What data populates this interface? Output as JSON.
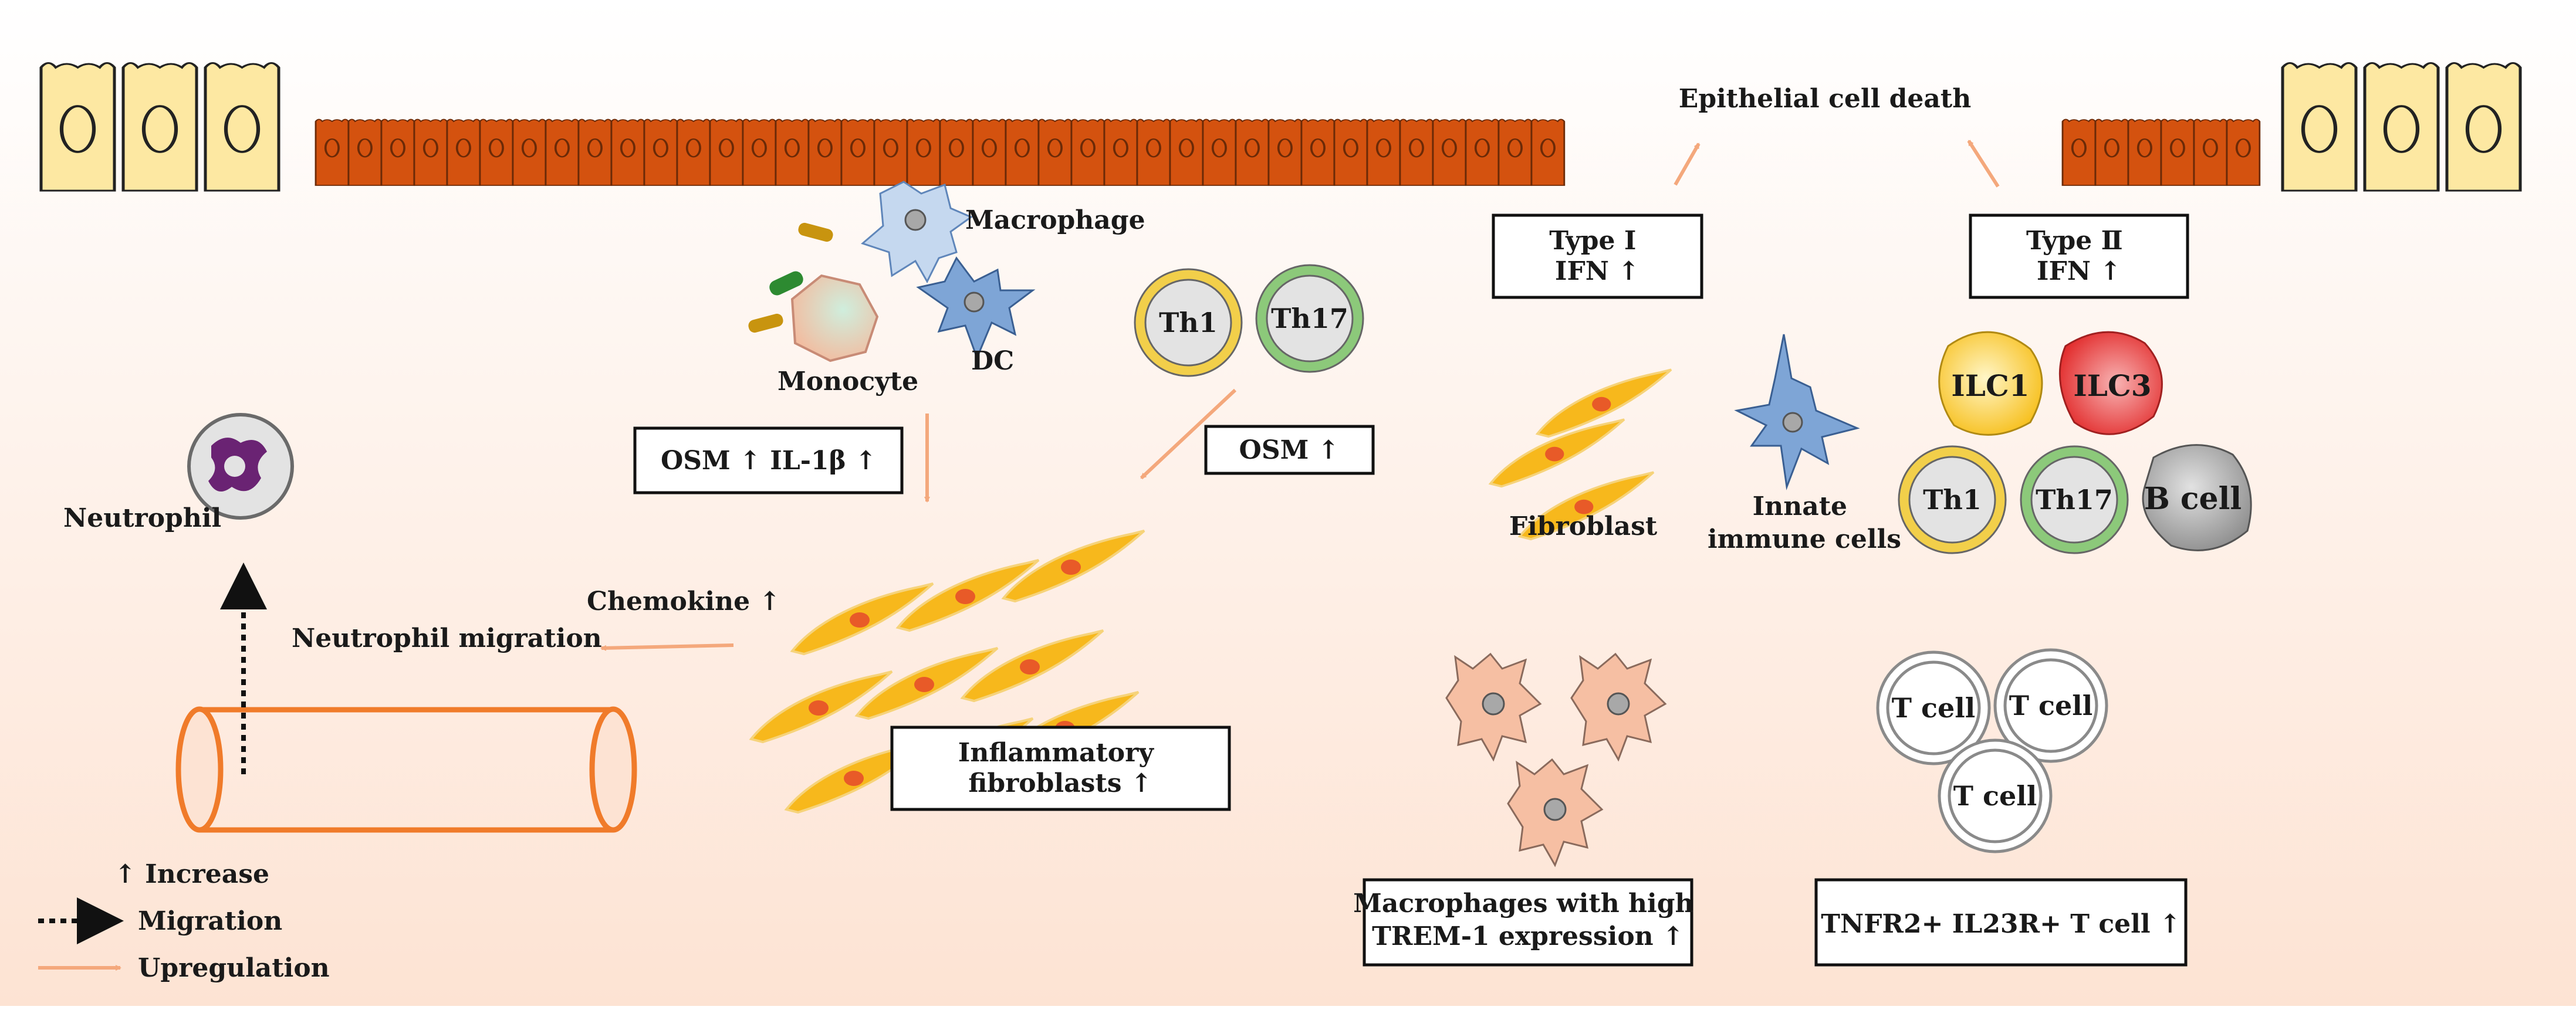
{
  "colors": {
    "epithelium_light": "#fde8a2",
    "epithelium_dark": "#d4520f",
    "background_gradient": "#fde3d3",
    "upregulation_arrow": "#f4a87c",
    "vessel": "#f07b2a",
    "fibroblast": "#f7b81c",
    "neutrophil_nucleus": "#6a2373",
    "th1_ring": "#f2cf4a",
    "th17_ring": "#8cc97a",
    "ilc1": "#f9cc2c",
    "ilc3": "#e83434",
    "macrophage_trem": "#f6bfa3",
    "dc_blue": "#7ea5d6"
  },
  "labels": {
    "macrophage": "Macrophage",
    "dc": "DC",
    "monocyte": "Monocyte",
    "th1_left": "Th1",
    "th17_left": "Th17",
    "osm_il1b": "OSM ↑  IL-1β ↑",
    "osm": "OSM ↑",
    "neutrophil": "Neutrophil",
    "chemokine": "Chemokine ↑",
    "neutrophil_migration": "Neutrophil migration",
    "inflammatory_fibroblasts": [
      "Inflammatory",
      "fibroblasts ↑"
    ],
    "epithelial_cell_death": "Epithelial cell death",
    "type1_ifn": [
      "Type Ⅰ",
      "IFN ↑"
    ],
    "type2_ifn": [
      "Type Ⅱ",
      "IFN ↑"
    ],
    "fibroblast": "Fibroblast",
    "innate_immune_cells": [
      "Innate",
      "immune cells"
    ],
    "ilc1": "ILC1",
    "ilc3": "ILC3",
    "th1_right": "Th1",
    "th17_right": "Th17",
    "b_cell": "B cell",
    "macrophages_trem": [
      "Macrophages with high",
      "TREM-1 expression ↑"
    ],
    "t_cell_1": "T cell",
    "t_cell_2": "T cell",
    "t_cell_3": "T cell",
    "tnfr2": "TNFR2+ IL23R+ T cell ↑"
  },
  "legend": {
    "increase": "↑ Increase",
    "migration": "Migration",
    "upregulation": "Upregulation"
  }
}
